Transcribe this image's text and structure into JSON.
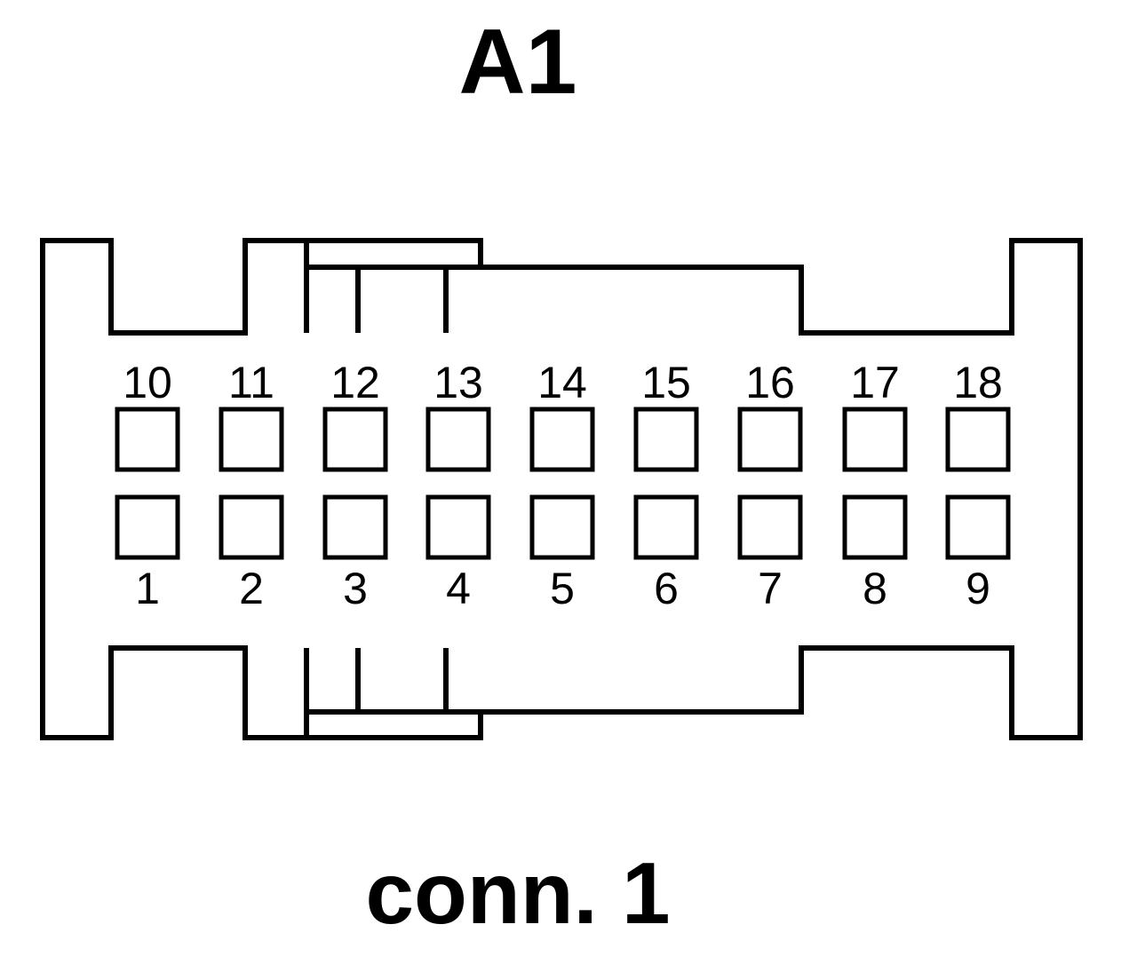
{
  "header": {
    "title": "A1"
  },
  "footer": {
    "caption": "conn. 1"
  },
  "connector": {
    "top_row_pins": [
      "10",
      "11",
      "12",
      "13",
      "14",
      "15",
      "16",
      "17",
      "18"
    ],
    "bottom_row_pins": [
      "1",
      "2",
      "3",
      "4",
      "5",
      "6",
      "7",
      "8",
      "9"
    ]
  },
  "colors": {
    "line": "#000000",
    "background": "#ffffff"
  }
}
